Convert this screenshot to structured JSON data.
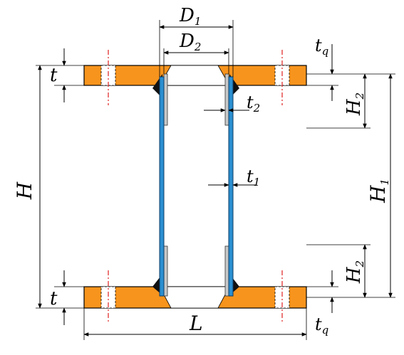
{
  "labels": {
    "D1": "D",
    "D1_sub": "1",
    "D2": "D",
    "D2_sub": "2",
    "tq_top": "t",
    "tq_top_sub": "q",
    "t_top": "t",
    "t2": "t",
    "t2_sub": "2",
    "H2_top": "H",
    "H2_top_sub": "2",
    "H": "H",
    "H1": "H",
    "H1_sub": "1",
    "t1": "t",
    "t1_sub": "1",
    "H2_bottom": "H",
    "H2_bottom_sub": "2",
    "t_bottom": "t",
    "L": "L",
    "tq_bottom": "t",
    "tq_bottom_sub": "q"
  },
  "colors": {
    "flange": "#f7941d",
    "tube": "#2b8fd0",
    "weld": "#111111",
    "centerline": "#e02020"
  }
}
